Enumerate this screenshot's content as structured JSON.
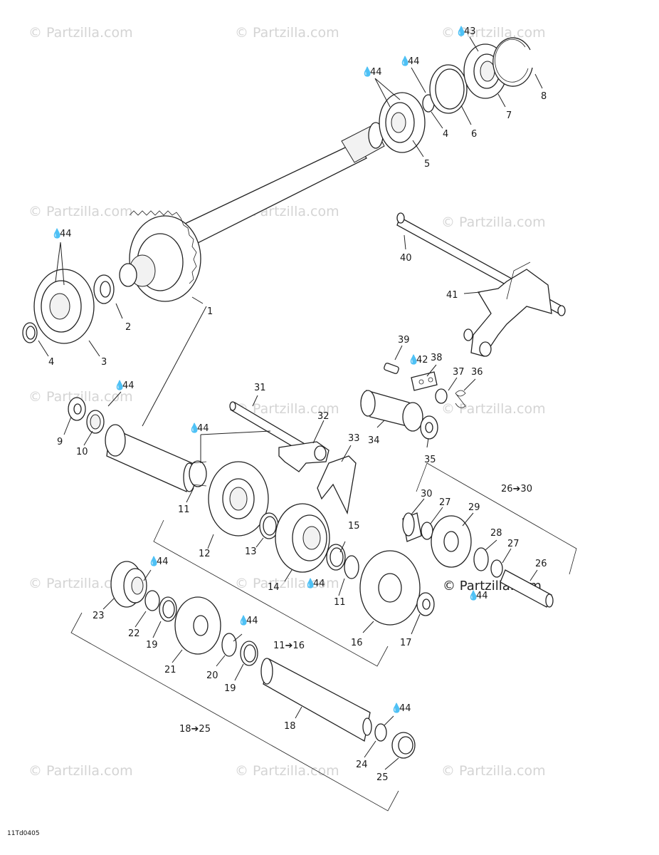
{
  "watermark": "© Partzilla.com",
  "watermark_bold": "© Partzilla.com",
  "drawing_ref": "11Td0405",
  "oil_marks": [
    "44",
    "44",
    "44",
    "43",
    "44",
    "42",
    "44",
    "44",
    "44",
    "44",
    "44",
    "44"
  ],
  "callouts": [
    {
      "id": "c1",
      "text": "1"
    },
    {
      "id": "c2",
      "text": "2"
    },
    {
      "id": "c3",
      "text": "3"
    },
    {
      "id": "c4a",
      "text": "4"
    },
    {
      "id": "c4b",
      "text": "4"
    },
    {
      "id": "c5",
      "text": "5"
    },
    {
      "id": "c6",
      "text": "6"
    },
    {
      "id": "c7",
      "text": "7"
    },
    {
      "id": "c8",
      "text": "8"
    },
    {
      "id": "c9",
      "text": "9"
    },
    {
      "id": "c10",
      "text": "10"
    },
    {
      "id": "c11a",
      "text": "11"
    },
    {
      "id": "c11b",
      "text": "11"
    },
    {
      "id": "c12",
      "text": "12"
    },
    {
      "id": "c13",
      "text": "13"
    },
    {
      "id": "c14",
      "text": "14"
    },
    {
      "id": "c15",
      "text": "15"
    },
    {
      "id": "c16",
      "text": "16"
    },
    {
      "id": "c17",
      "text": "17"
    },
    {
      "id": "c18",
      "text": "18"
    },
    {
      "id": "c19a",
      "text": "19"
    },
    {
      "id": "c19b",
      "text": "19"
    },
    {
      "id": "c20",
      "text": "20"
    },
    {
      "id": "c21",
      "text": "21"
    },
    {
      "id": "c22",
      "text": "22"
    },
    {
      "id": "c23",
      "text": "23"
    },
    {
      "id": "c24",
      "text": "24"
    },
    {
      "id": "c25",
      "text": "25"
    },
    {
      "id": "c26",
      "text": "26"
    },
    {
      "id": "c27a",
      "text": "27"
    },
    {
      "id": "c27b",
      "text": "27"
    },
    {
      "id": "c28",
      "text": "28"
    },
    {
      "id": "c29",
      "text": "29"
    },
    {
      "id": "c30",
      "text": "30"
    },
    {
      "id": "c31",
      "text": "31"
    },
    {
      "id": "c32",
      "text": "32"
    },
    {
      "id": "c33",
      "text": "33"
    },
    {
      "id": "c34",
      "text": "34"
    },
    {
      "id": "c35",
      "text": "35"
    },
    {
      "id": "c36",
      "text": "36"
    },
    {
      "id": "c37",
      "text": "37"
    },
    {
      "id": "c38",
      "text": "38"
    },
    {
      "id": "c39",
      "text": "39"
    },
    {
      "id": "c40",
      "text": "40"
    },
    {
      "id": "c41",
      "text": "41"
    }
  ],
  "groups": [
    {
      "id": "g26",
      "text": "26➔30"
    },
    {
      "id": "g11",
      "text": "11➔16"
    },
    {
      "id": "g18",
      "text": "18➔25"
    }
  ]
}
